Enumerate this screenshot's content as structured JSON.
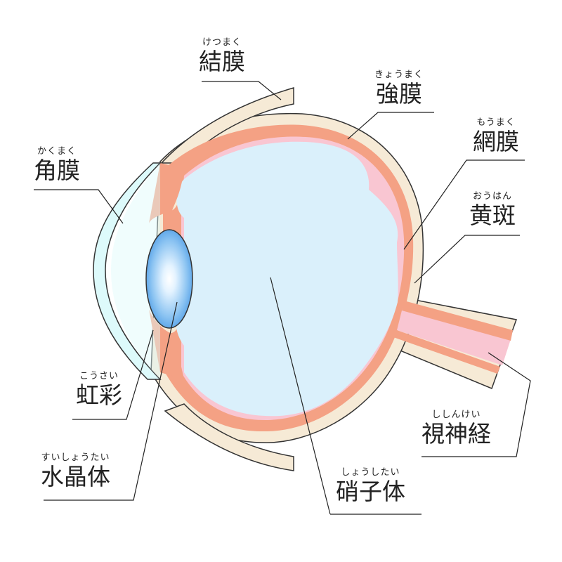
{
  "labels": {
    "ketsumaku": {
      "ruby": "けつまく",
      "text": "結膜"
    },
    "kyomaku": {
      "ruby": "きょうまく",
      "text": "強膜"
    },
    "momaku": {
      "ruby": "もうまく",
      "text": "網膜"
    },
    "ohan": {
      "ruby": "おうはん",
      "text": "黄斑"
    },
    "kakumaku": {
      "ruby": "かくまく",
      "text": "角膜"
    },
    "kosai": {
      "ruby": "こうさい",
      "text": "虹彩"
    },
    "suisho": {
      "ruby": "すいしょうたい",
      "text": "水晶体"
    },
    "shishinkei": {
      "ruby": "ししんけい",
      "text": "視神経"
    },
    "shoshitai": {
      "ruby": "しょうしたい",
      "text": "硝子体"
    }
  },
  "colors": {
    "sclera": "#f6ead6",
    "choroid": "#f4a184",
    "retina": "#f9c6d2",
    "vitreous": "#daf0fb",
    "cornea": "#ddfafb",
    "lens": "#58a6ea",
    "outline": "#333333"
  }
}
